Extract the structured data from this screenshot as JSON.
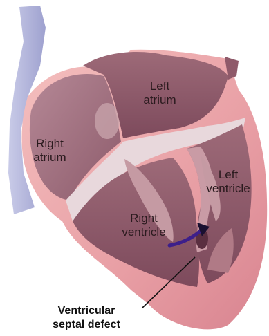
{
  "diagram": {
    "labels": {
      "left_atrium": [
        "Left",
        "atrium"
      ],
      "right_atrium": [
        "Right",
        "atrium"
      ],
      "left_ventricle": [
        "Left",
        "ventricle"
      ],
      "right_ventricle": [
        "Right",
        "ventricle"
      ],
      "defect": [
        "Ventricular",
        "septal defect"
      ]
    },
    "colors": {
      "outer_wall": "#e79fa4",
      "inner_chamber": "#8a5566",
      "chamber_light": "#b9888f",
      "vessel": "#b5b7dc",
      "septum": "#d6b8c0",
      "flow_arrow": "#3d1f8a"
    }
  }
}
